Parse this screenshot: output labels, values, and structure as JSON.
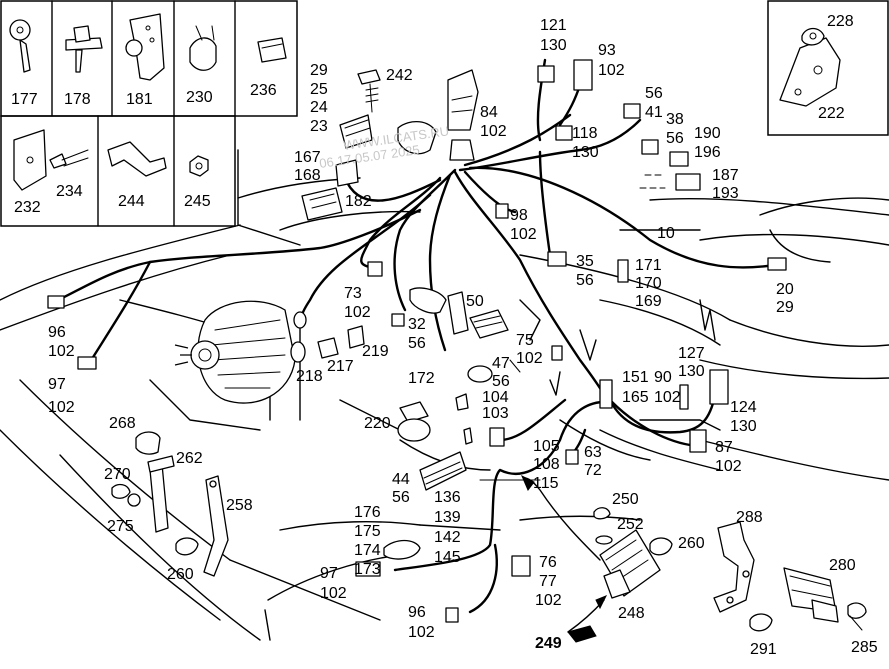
{
  "watermark": {
    "site": "WWW.ILCATS.RU",
    "stamp": "06.17.05.07 2025"
  },
  "inset_parts": {
    "p177": "177",
    "p178": "178",
    "p181": "181",
    "p230": "230",
    "p236": "236",
    "p232": "232",
    "p234": "234",
    "p244": "244",
    "p245": "245",
    "p228": "228",
    "p222": "222"
  },
  "callouts": {
    "c121": "121",
    "c130a": "130",
    "c93": "93",
    "c102a": "102",
    "c29": "29",
    "c25": "25",
    "c24": "24",
    "c23": "23",
    "c242": "242",
    "c84": "84",
    "c102b": "102",
    "c56a": "56",
    "c41": "41",
    "c38": "38",
    "c56b": "56",
    "c118": "118",
    "c130b": "130",
    "c190": "190",
    "c196": "196",
    "c187": "187",
    "c193": "193",
    "c167": "167",
    "c168": "168",
    "c182": "182",
    "c98": "98",
    "c102c": "102",
    "c10": "10",
    "c35": "35",
    "c56c": "56",
    "c171": "171",
    "c170": "170",
    "c169": "169",
    "c20": "20",
    "c29b": "29",
    "c73": "73",
    "c102d": "102",
    "c32": "32",
    "c56d": "56",
    "c50": "50",
    "c75": "75",
    "c102e": "102",
    "c96a": "96",
    "c102f": "102",
    "c97a": "97",
    "c102g": "102",
    "c218": "218",
    "c217": "217",
    "c219": "219",
    "c47": "47",
    "c56e": "56",
    "c172": "172",
    "c104": "104",
    "c103": "103",
    "c127": "127",
    "c130c": "130",
    "c151": "151",
    "c165": "165",
    "c90": "90",
    "c102h": "102",
    "c124": "124",
    "c130d": "130",
    "c268": "268",
    "c220": "220",
    "c105": "105",
    "c108": "108",
    "c115": "115",
    "c63": "63",
    "c72": "72",
    "c87": "87",
    "c102i": "102",
    "c270": "270",
    "c262": "262",
    "c275": "275",
    "c258": "258",
    "c44": "44",
    "c56f": "56",
    "c136": "136",
    "c139": "139",
    "c142": "142",
    "c145": "145",
    "c250": "250",
    "c252": "252",
    "c260a": "260",
    "c176": "176",
    "c175": "175",
    "c174": "174",
    "c173": "173",
    "c288": "288",
    "c260b": "260",
    "c76": "76",
    "c77": "77",
    "c102j": "102",
    "c280": "280",
    "c97b": "97",
    "c102k": "102",
    "c248": "248",
    "c96b": "96",
    "c102l": "102",
    "c249": "249",
    "c291": "291",
    "c285": "285"
  }
}
